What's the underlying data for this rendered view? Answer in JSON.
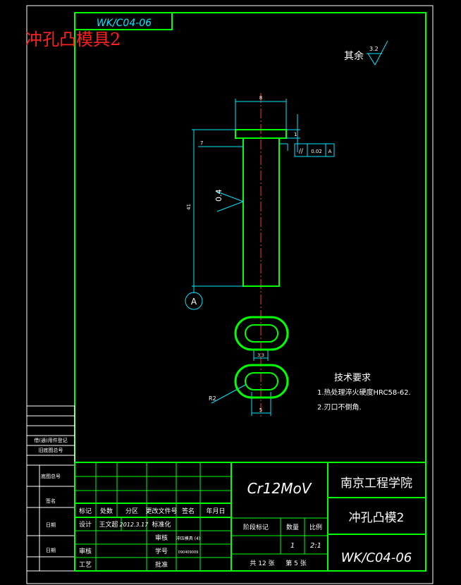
{
  "drawing_code_top": "WK/C04-06",
  "title_red": "冲孔凸模具2",
  "surface_roughness": {
    "label": "其余",
    "value": "3.2"
  },
  "dims": {
    "top_width": "8",
    "shank_dia": "7",
    "flange_h": "1",
    "length": "41",
    "roughness_side": "0.4",
    "width_slot": "3.3",
    "slot_len": "5",
    "radius": "R2"
  },
  "geo_tol": {
    "symbol": "//",
    "value": "0.02",
    "datum": "A"
  },
  "datum_label": "A",
  "tech_req": {
    "title": "技术要求",
    "line1": "1.热处理淬火硬度HRC58-62.",
    "line2": "2.刃口不倒角."
  },
  "left_strip": {
    "item1": "借(通)用件登记",
    "item2": "旧底图总号",
    "item3": "底图总号",
    "item4": "签名",
    "item5": "日期",
    "item6": "日期"
  },
  "title_block": {
    "material": "Cr12MoV",
    "school": "南京工程学院",
    "part_name": "冲孔凸模2",
    "drawing_no": "WK/C04-06",
    "hdr_mark": "标记",
    "hdr_count": "处数",
    "hdr_zone": "分区",
    "hdr_change": "更改文件号",
    "hdr_sign": "签名",
    "hdr_date": "年月日",
    "design": "设计",
    "designer": "王文超",
    "design_date": "2012.3.17",
    "standard": "标准化",
    "check": "审核",
    "craft": "工艺",
    "review": "审核",
    "approve": "批准",
    "stage_mark": "阶段标记",
    "weight": "数量",
    "scale": "比例",
    "qty_val": "1",
    "scale_val": "2:1",
    "sheets": "共 12 张",
    "sheet_no": "第 5 张",
    "sig_check": "审核",
    "sig_check_val": "冲压模具 (4)",
    "sig_num": "学号",
    "sig_num_val": "090409009"
  }
}
